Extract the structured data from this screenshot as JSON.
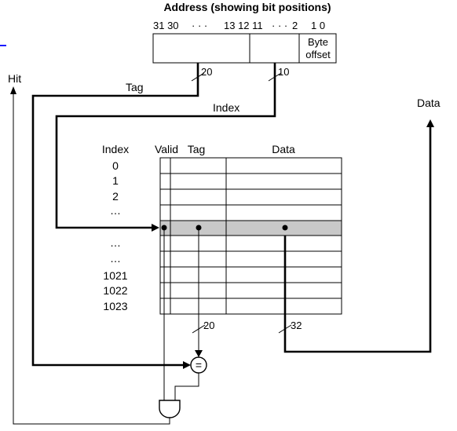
{
  "title": "Address (showing bit positions)",
  "bit_labels": {
    "left": "31 30",
    "dots": "· · ·",
    "middle": "13 12 11",
    "dots2": "· · ·",
    "right": "2",
    "low": "1 0"
  },
  "byte_offset": [
    "Byte",
    "offset"
  ],
  "bus_widths": {
    "tag": "20",
    "index": "10",
    "compare": "20",
    "data": "32"
  },
  "labels": {
    "hit": "Hit",
    "tag": "Tag",
    "index": "Index",
    "data_out": "Data"
  },
  "table": {
    "headers": [
      "Index",
      "Valid",
      "Tag",
      "Data"
    ],
    "rows": [
      "0",
      "1",
      "2",
      "…",
      "",
      "…",
      "…",
      "1021",
      "1022",
      "1023"
    ],
    "highlight_color": "#c8c8c8"
  },
  "comparator_symbol": "=",
  "colors": {
    "line": "#000000",
    "highlight": "#c8c8c8",
    "edge_mark": "#1a1aff"
  }
}
